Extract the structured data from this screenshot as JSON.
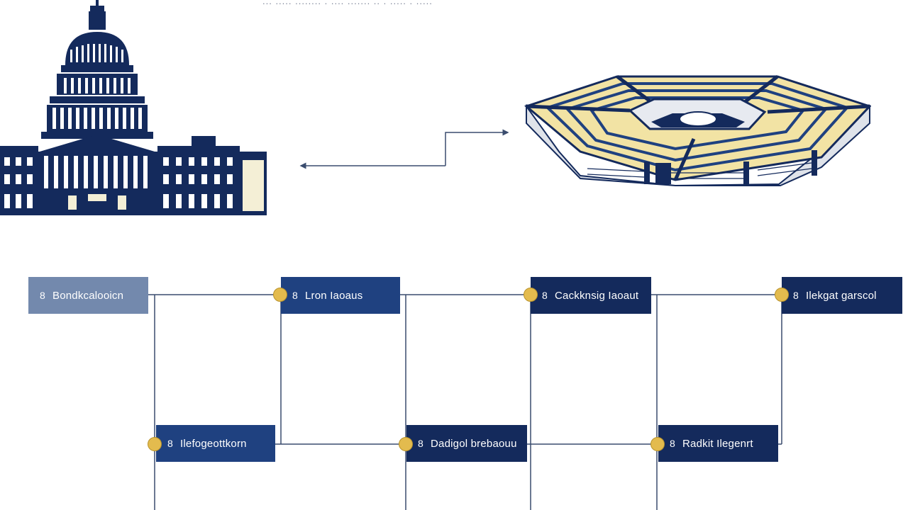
{
  "header": {
    "caption": "... ..... ........ . .... ....... .. . ..... . ....."
  },
  "colors": {
    "navy": "#142a5c",
    "mid_blue": "#1f4180",
    "light_blue": "#7389ad",
    "gold": "#e3bb4e",
    "line": "#3a4c6e"
  },
  "illustrations": {
    "left": "capitol-building-icon",
    "right": "pentagon-building-icon"
  },
  "timeline": {
    "nodes": [
      {
        "number": "8",
        "label": "Bondkcalooicn"
      },
      {
        "number": "8",
        "label": "Lron Iaoaus"
      },
      {
        "number": "8",
        "label": "Cackknsig Iaoaut"
      },
      {
        "number": "8",
        "label": "Ilekgat garscol"
      },
      {
        "number": "8",
        "label": "Ilefogeottkorn"
      },
      {
        "number": "8",
        "label": "Dadigol brebaouu"
      },
      {
        "number": "8",
        "label": "Radkit Ilegenrt"
      }
    ]
  }
}
